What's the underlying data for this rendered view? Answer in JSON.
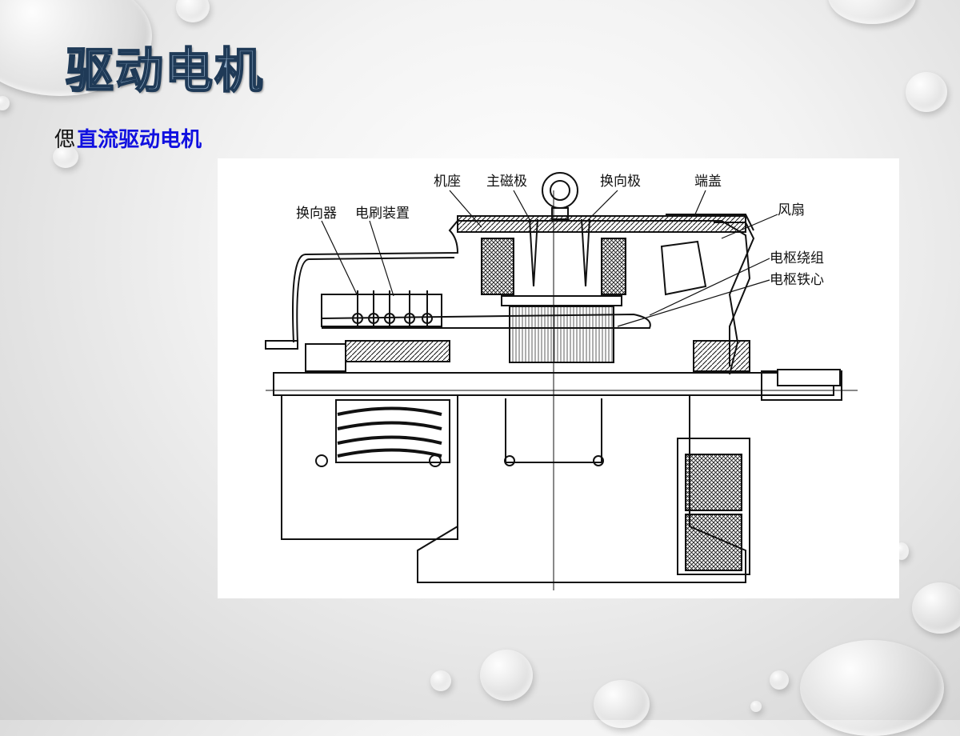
{
  "slide": {
    "title": "驱动电机",
    "bullet_glyph": "偲",
    "bullet_text": "直流驱动电机"
  },
  "figure": {
    "labels": {
      "frame": "机座",
      "main_pole": "主磁极",
      "interpole": "换向极",
      "end_cover": "端盖",
      "fan": "风扇",
      "armature_winding": "电枢绕组",
      "armature_core": "电枢铁心",
      "commutator": "换向器",
      "brush_device": "电刷装置"
    }
  },
  "colors": {
    "title_fill": "#8ea9c4",
    "title_stroke": "#1f3a57",
    "bullet_text": "#1010e0"
  }
}
